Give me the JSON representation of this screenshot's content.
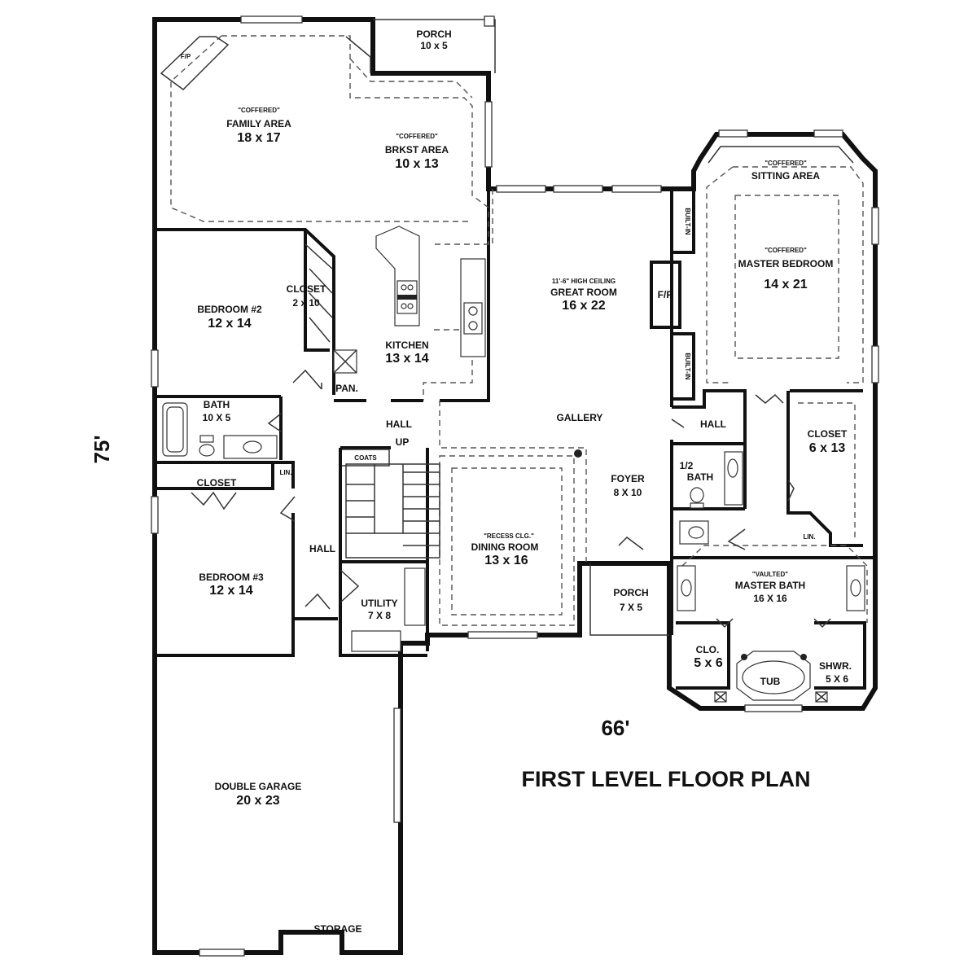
{
  "plan_title": "FIRST LEVEL FLOOR PLAN",
  "dimensions": {
    "depth": "75'",
    "width": "66'"
  },
  "rooms": {
    "porch_rear": {
      "name": "PORCH",
      "size": "10 x 5"
    },
    "fireplace_family": {
      "name": "F/P"
    },
    "family": {
      "note": "\"COFFERED\"",
      "name": "FAMILY AREA",
      "size": "18 x 17"
    },
    "breakfast": {
      "note": "\"COFFERED\"",
      "name": "BRKST AREA",
      "size": "10 x 13"
    },
    "sitting": {
      "note": "\"COFFERED\"",
      "name": "SITTING AREA"
    },
    "master_bedroom": {
      "note": "\"COFFERED\"",
      "name": "MASTER BEDROOM",
      "size": "14 x 21"
    },
    "builtin_top": {
      "name": "BUILT-IN"
    },
    "builtin_bottom": {
      "name": "BUILT-IN"
    },
    "great_room": {
      "note": "11'-6\" HIGH CEILING",
      "name": "GREAT ROOM",
      "size": "16 x 22"
    },
    "fireplace_great": {
      "name": "F/P"
    },
    "bedroom2": {
      "name": "BEDROOM #2",
      "size": "12 x 14"
    },
    "closet_bed2": {
      "name": "CLOSET",
      "size": "2 x 10"
    },
    "kitchen": {
      "name": "KITCHEN",
      "size": "13 x 14"
    },
    "pantry": {
      "name": "PAN."
    },
    "bath": {
      "name": "BATH",
      "size": "10 X 5"
    },
    "hall_center": {
      "name": "HALL"
    },
    "stair_up": {
      "name": "UP"
    },
    "coats": {
      "name": "COATS"
    },
    "gallery": {
      "name": "GALLERY"
    },
    "hall_right": {
      "name": "HALL"
    },
    "closet_master": {
      "name": "CLOSET",
      "size": "6 x 13"
    },
    "half_bath": {
      "name": "1/2",
      "name2": "BATH"
    },
    "foyer": {
      "name": "FOYER",
      "size": "8 X 10"
    },
    "linen_left": {
      "name": "LIN."
    },
    "closet_hall": {
      "name": "CLOSET"
    },
    "linen_right": {
      "name": "LIN."
    },
    "hall_left": {
      "name": "HALL"
    },
    "dining": {
      "note": "\"RECESS CLG.\"",
      "name": "DINING ROOM",
      "size": "13 x 16"
    },
    "bedroom3": {
      "name": "BEDROOM #3",
      "size": "12 x 14"
    },
    "utility": {
      "name": "UTILITY",
      "size": "7 X 8"
    },
    "porch_front": {
      "name": "PORCH",
      "size": "7 X 5"
    },
    "master_bath": {
      "note": "\"VAULTED\"",
      "name": "MASTER BATH",
      "size": "16 X 16"
    },
    "clo": {
      "name": "CLO.",
      "size": "5 x 6"
    },
    "tub": {
      "name": "TUB"
    },
    "shower": {
      "name": "SHWR.",
      "size": "5 X 6"
    },
    "garage": {
      "name": "DOUBLE GARAGE",
      "size": "20 x 23"
    },
    "storage": {
      "name": "STORAGE"
    }
  }
}
